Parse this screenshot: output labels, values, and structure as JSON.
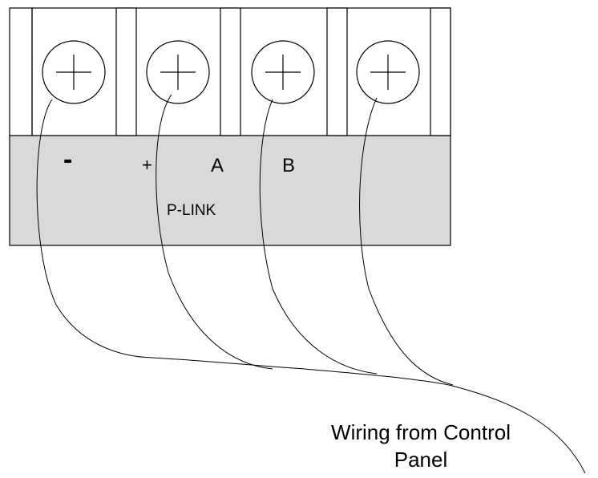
{
  "diagram": {
    "terminal_labels": {
      "minus": "-",
      "plus": "+",
      "a": "A",
      "b": "B"
    },
    "device_label": "P-LINK",
    "wiring_caption": {
      "line1": "Wiring from Control",
      "line2": "Panel"
    }
  },
  "colors": {
    "base_fill": "#d9d9d9",
    "stroke": "#000000",
    "background": "#ffffff"
  }
}
